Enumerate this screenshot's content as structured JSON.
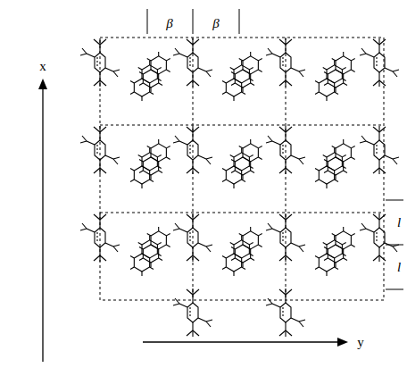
{
  "diagram": {
    "labels": [
      "β",
      "β",
      "l",
      "l",
      "x",
      "y"
    ]
  }
}
